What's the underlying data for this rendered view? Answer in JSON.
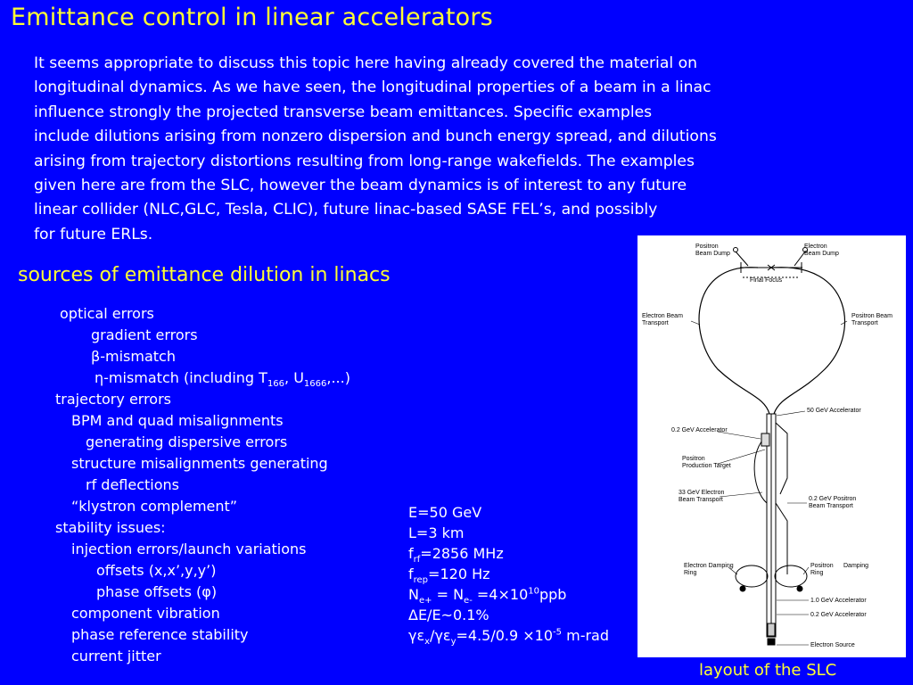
{
  "slide": {
    "title": "Emittance control in linear accelerators",
    "intro_lines": [
      "It seems appropriate to discuss this topic here having already covered the material on",
      "longitudinal dynamics.  As we have seen, the longitudinal properties of a beam in a linac",
      "influence strongly the projected transverse beam emittances.   Specific examples",
      "include dilutions arising from nonzero dispersion and bunch energy spread, and dilutions",
      "arising from trajectory distortions resulting from long-range wakefields.   The examples",
      "given here are from the SLC, however the beam dynamics is of interest to any future",
      "linear collider (NLC,GLC, Tesla, CLIC), future linac-based SASE FEL’s, and possibly",
      "for future ERLs."
    ],
    "subtitle": "sources of emittance dilution in linacs",
    "list": {
      "item1": "optical errors",
      "item2": "gradient errors",
      "item3": "β-mismatch",
      "item4_sym": "η",
      "item4_a": "-mismatch (including T",
      "item4_sub1": "166",
      "item4_b": ", U",
      "item4_sub2": "1666",
      "item4_c": ",...)",
      "item5": "trajectory errors",
      "item6": "BPM and quad misalignments",
      "item7": "generating dispersive errors",
      "item8": "structure misalignments generating",
      "item9": "rf deflections",
      "item10": "“klystron complement”",
      "item11": "stability issues:",
      "item12": "injection errors/launch variations",
      "item13": "offsets (x,x’,y,y’)",
      "item14_a": "phase offsets (",
      "item14_sym": "φ",
      "item14_b": ")",
      "item15": "component vibration",
      "item16": "phase reference stability",
      "item17": "current jitter"
    },
    "params": {
      "energy": "E=50 GeV",
      "length": "L=3 km",
      "frf_a": "f",
      "frf_sub": "rf",
      "frf_b": "=2856 MHz",
      "frep_a": "f",
      "frep_sub": "rep",
      "frep_b": "=120 Hz",
      "n_a": "N",
      "n_sub1": "e+",
      "n_b": " = N",
      "n_sub2": "e-",
      "n_c": " =4×10",
      "n_sup": "10",
      "n_d": "ppb",
      "de": "ΔE/E~0.1%",
      "emit_g1": "γε",
      "emit_sub1": "x",
      "emit_slash": "/",
      "emit_g2": "γε",
      "emit_sub2": "y",
      "emit_val": "=4.5/0.9 ×10",
      "emit_sup": "-5",
      "emit_unit": " m-rad"
    },
    "figure": {
      "positron_dump": [
        "Positron",
        "Beam Dump"
      ],
      "electron_dump": [
        "Electron",
        "Beam Dump"
      ],
      "final_focus": "Final Focus",
      "electron_transport": [
        "Electron Beam",
        "Transport"
      ],
      "positron_transport": [
        "Positron Beam",
        "Transport"
      ],
      "acc50": "50 GeV Accelerator",
      "acc02": "0.2 GeV Accelerator",
      "target": [
        "Positron",
        "Production Target"
      ],
      "e33": [
        "33 GeV Electron",
        "Beam Transport"
      ],
      "p02": [
        "0.2 GeV Positron",
        "Beam Transport"
      ],
      "e_ring": [
        "Electron Damping",
        "Ring"
      ],
      "p_ring": [
        "Positron",
        "Damping",
        "Ring"
      ],
      "acc10": "1.0 GeV Accelerator",
      "acc02b": "0.2 GeV Accelerator",
      "source": "Electron Source"
    },
    "caption": "layout of the SLC"
  },
  "colors": {
    "background": "#0000ff",
    "heading": "#ffff33",
    "text": "#ffffff"
  }
}
